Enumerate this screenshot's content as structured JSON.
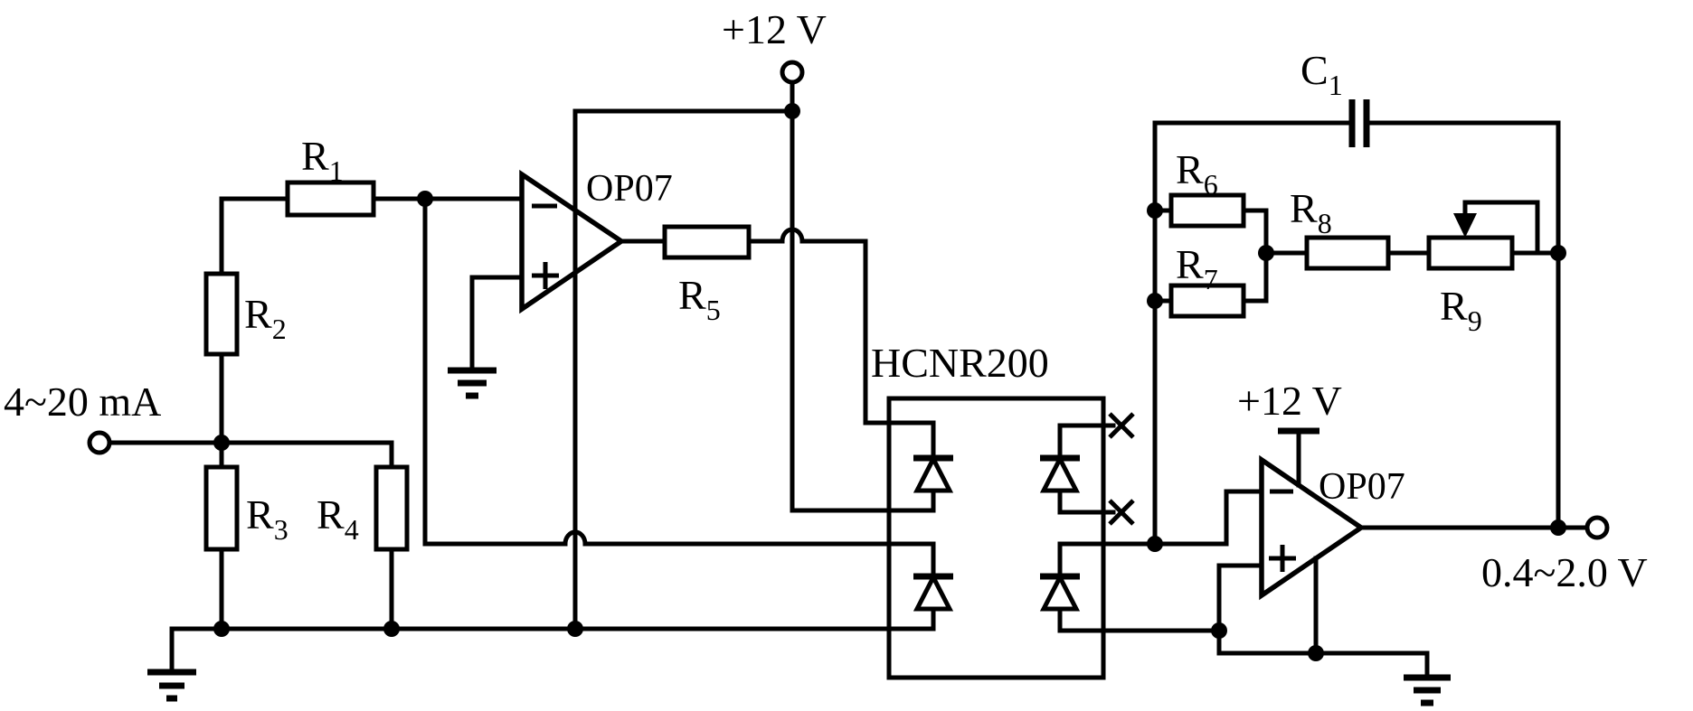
{
  "labels": {
    "input_signal": "4~20 mA",
    "output_signal": "0.4~2.0 V",
    "supply_input_side": "+12 V",
    "supply_output_side": "+12 V",
    "optocoupler": "HCNR200"
  },
  "opamps": [
    {
      "label": "OP07",
      "inverting_mark": "−",
      "noninverting_mark": "+"
    },
    {
      "label": "OP07",
      "inverting_mark": "−",
      "noninverting_mark": "+"
    }
  ],
  "components": {
    "r1": {
      "prefix": "R",
      "sub": "1"
    },
    "r2": {
      "prefix": "R",
      "sub": "2"
    },
    "r3": {
      "prefix": "R",
      "sub": "3"
    },
    "r4": {
      "prefix": "R",
      "sub": "4"
    },
    "r5": {
      "prefix": "R",
      "sub": "5"
    },
    "r6": {
      "prefix": "R",
      "sub": "6"
    },
    "r7": {
      "prefix": "R",
      "sub": "7"
    },
    "r8": {
      "prefix": "R",
      "sub": "8"
    },
    "r9": {
      "prefix": "R",
      "sub": "9"
    },
    "c1": {
      "prefix": "C",
      "sub": "1"
    }
  },
  "colors": {
    "line": "#000000",
    "background": "#ffffff"
  }
}
